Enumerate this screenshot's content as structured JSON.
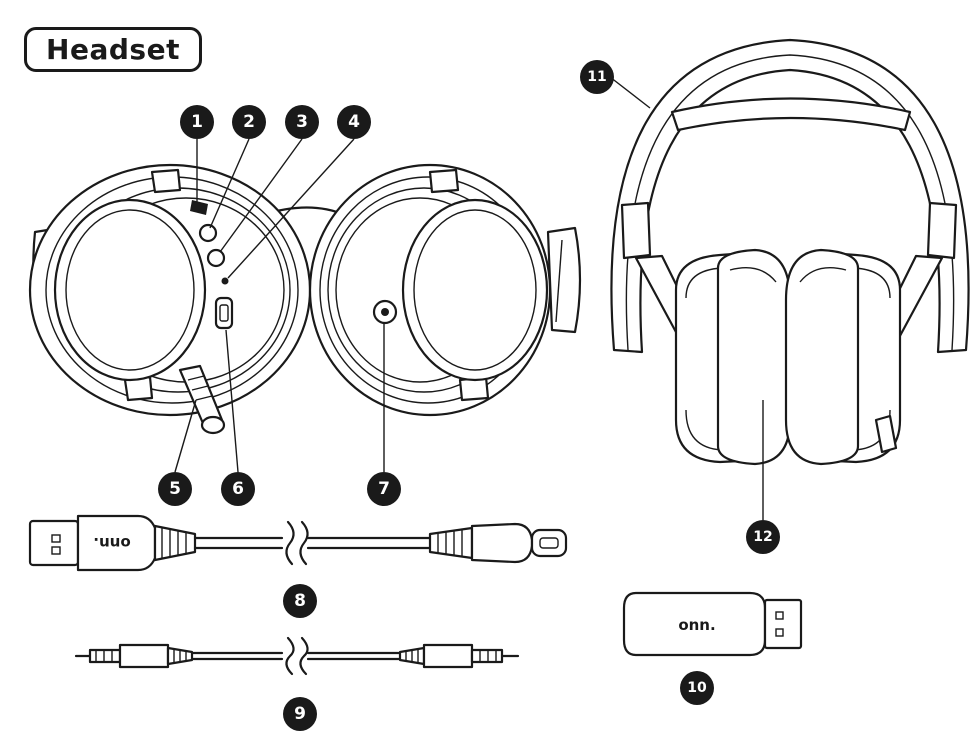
{
  "title": "Headset",
  "brand_label": "onn.",
  "callouts": [
    "1",
    "2",
    "3",
    "4",
    "5",
    "6",
    "7",
    "8",
    "9",
    "10",
    "11",
    "12"
  ],
  "colors": {
    "ink": "#1a1a1a",
    "paper": "#ffffff"
  }
}
